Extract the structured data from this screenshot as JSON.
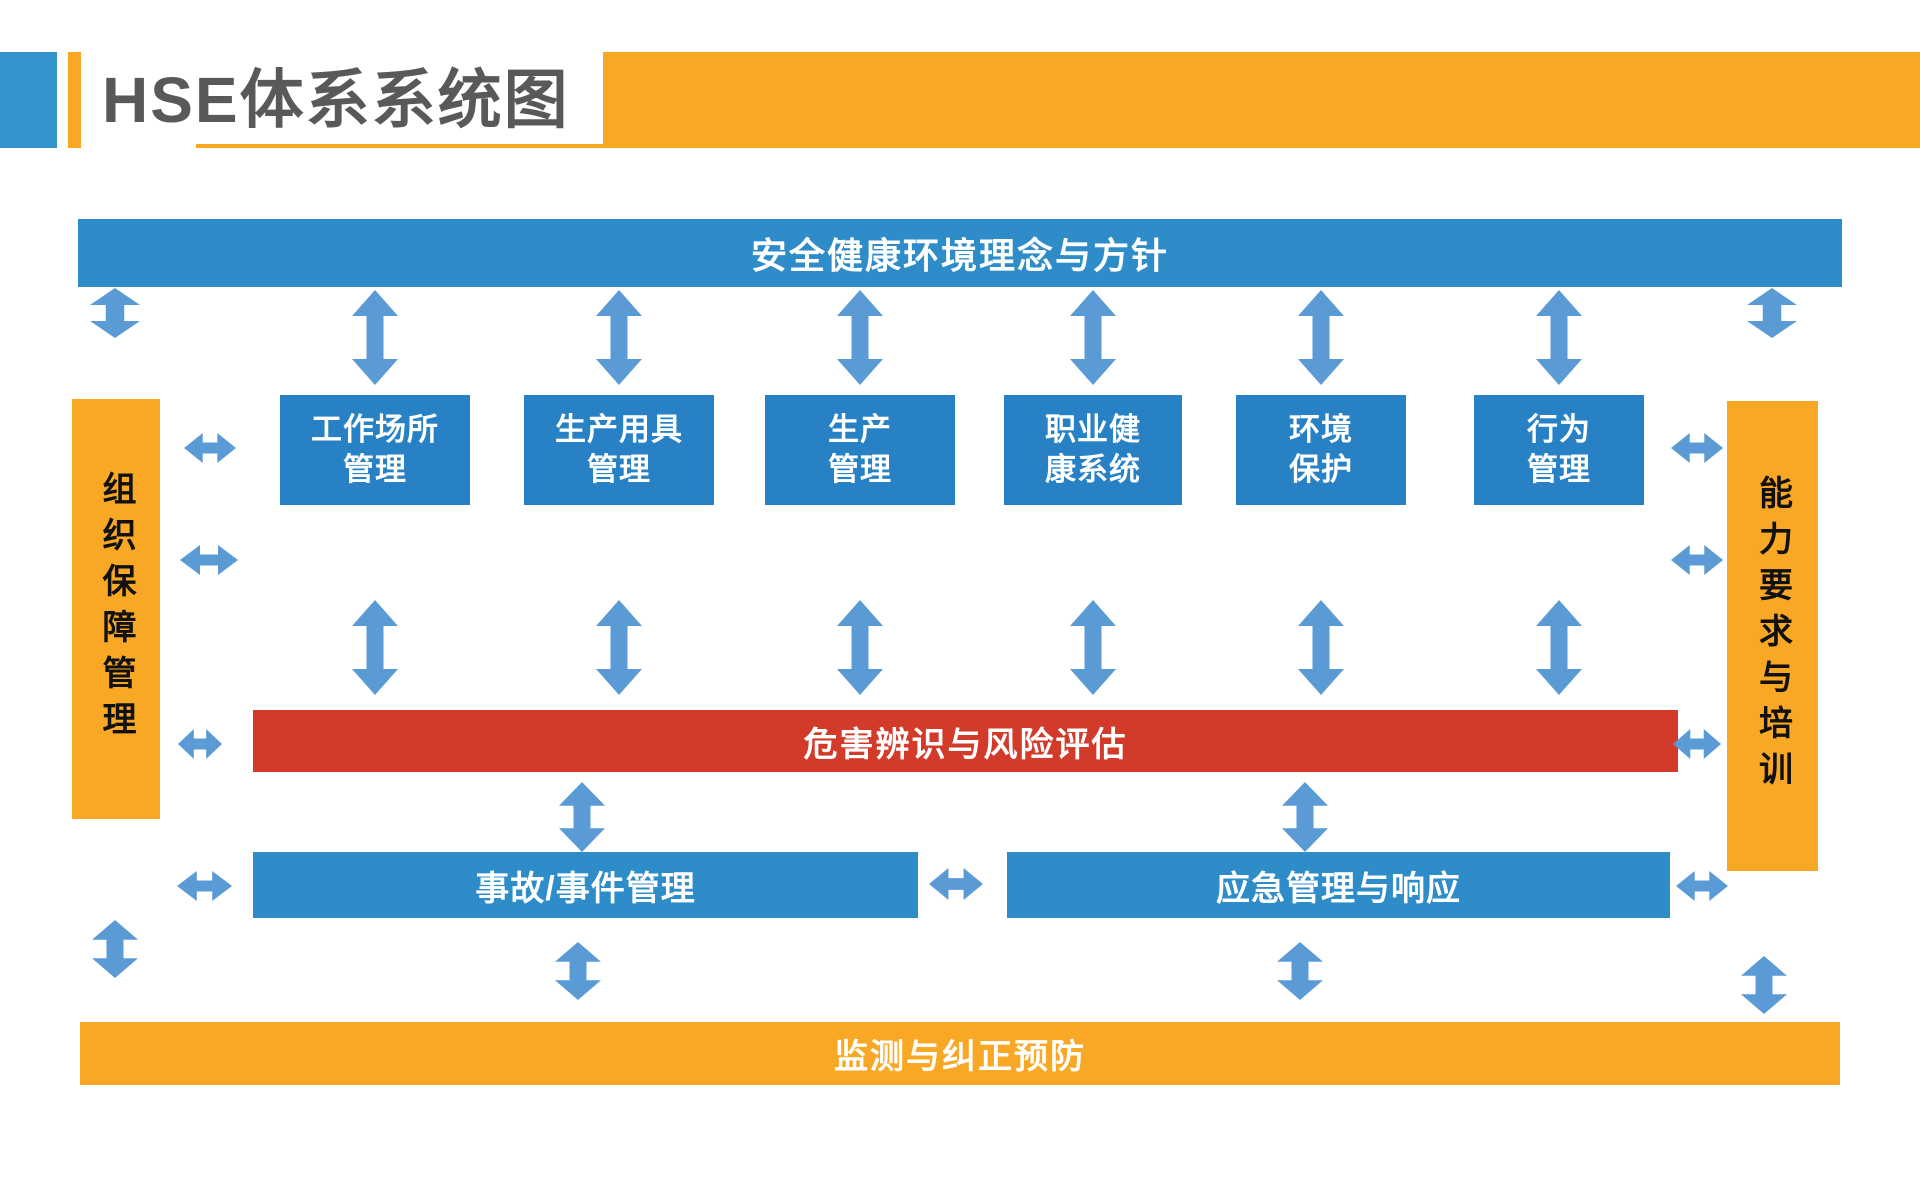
{
  "header": {
    "title": "HSE体系系统图"
  },
  "top_banner": {
    "label": "安全健康环境理念与方针"
  },
  "left_bar": {
    "label": "组织保障管理"
  },
  "right_bar": {
    "label": "能力要求与培训"
  },
  "modules": [
    {
      "label": "工作场所\n管理"
    },
    {
      "label": "生产用具\n管理"
    },
    {
      "label": "生产\n管理"
    },
    {
      "label": "职业健\n康系统"
    },
    {
      "label": "环境\n保护"
    },
    {
      "label": "行为\n管理"
    }
  ],
  "risk_bar": {
    "label": "危害辨识与风险评估"
  },
  "incident_box": {
    "label": "事故/事件管理"
  },
  "emergency_box": {
    "label": "应急管理与响应"
  },
  "bottom_banner": {
    "label": "监测与纠正预防"
  },
  "colors": {
    "banner_blue": "#2E8CC8",
    "module_blue": "#2781C4",
    "orange": "#F9A825",
    "red": "#D23A2A",
    "arrow_blue": "#5B9BD5",
    "title_gray": "#595959",
    "bar_text_black": "#111111",
    "header_square_blue": "#3394CE"
  }
}
